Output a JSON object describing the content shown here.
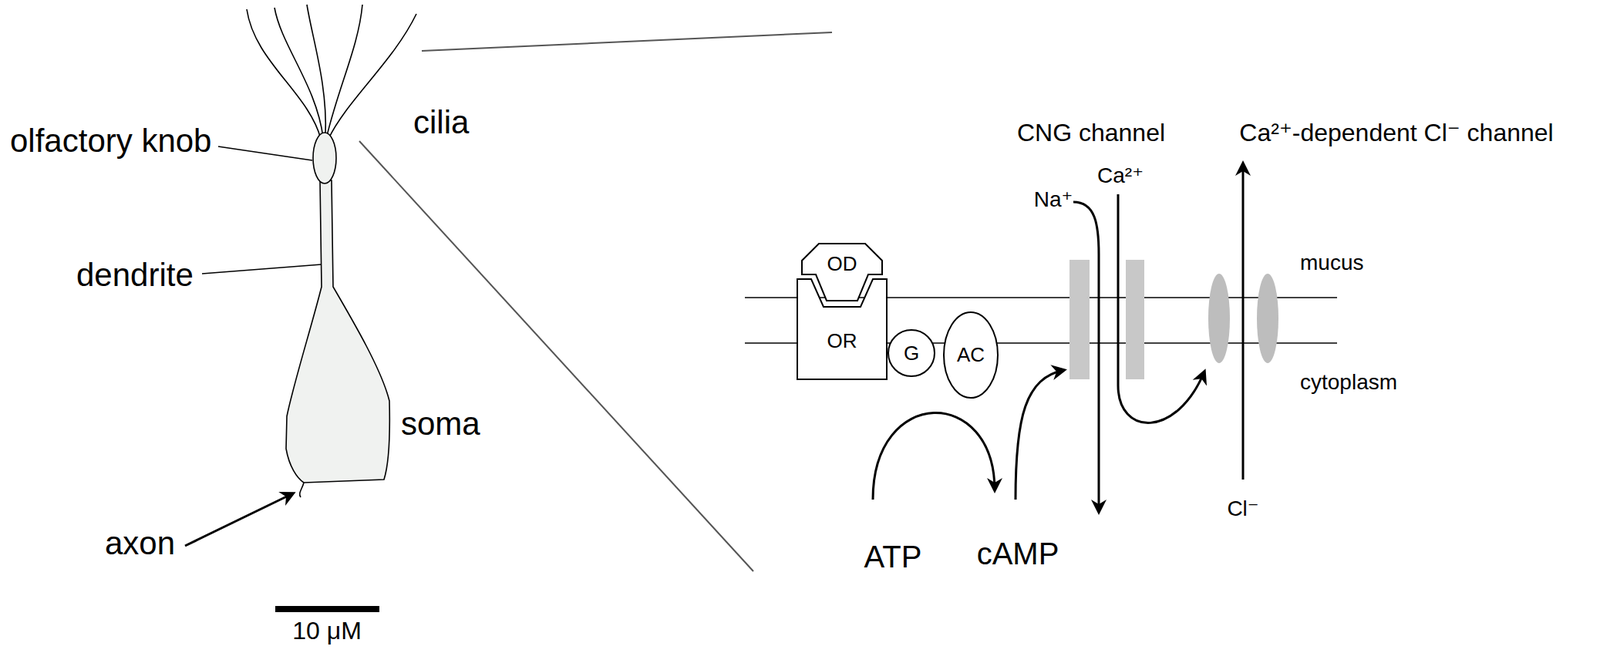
{
  "diagram": {
    "nodes": [
      {
        "text": [
          "OD"
        ]
      },
      {
        "text": [
          "OR"
        ]
      },
      {
        "text": [
          "G"
        ]
      },
      {
        "text": [
          "AC"
        ]
      }
    ],
    "labels": [
      "cilia",
      "olfactory knob",
      "dendrite",
      "soma",
      "axon",
      "10 μM",
      "CNG channel",
      "Ca²⁺-dependent Cl⁻ channel",
      "Na⁺",
      "Ca²⁺",
      "mucus",
      "cytoplasm",
      "ATP",
      "cAMP",
      "Cl⁻"
    ]
  }
}
